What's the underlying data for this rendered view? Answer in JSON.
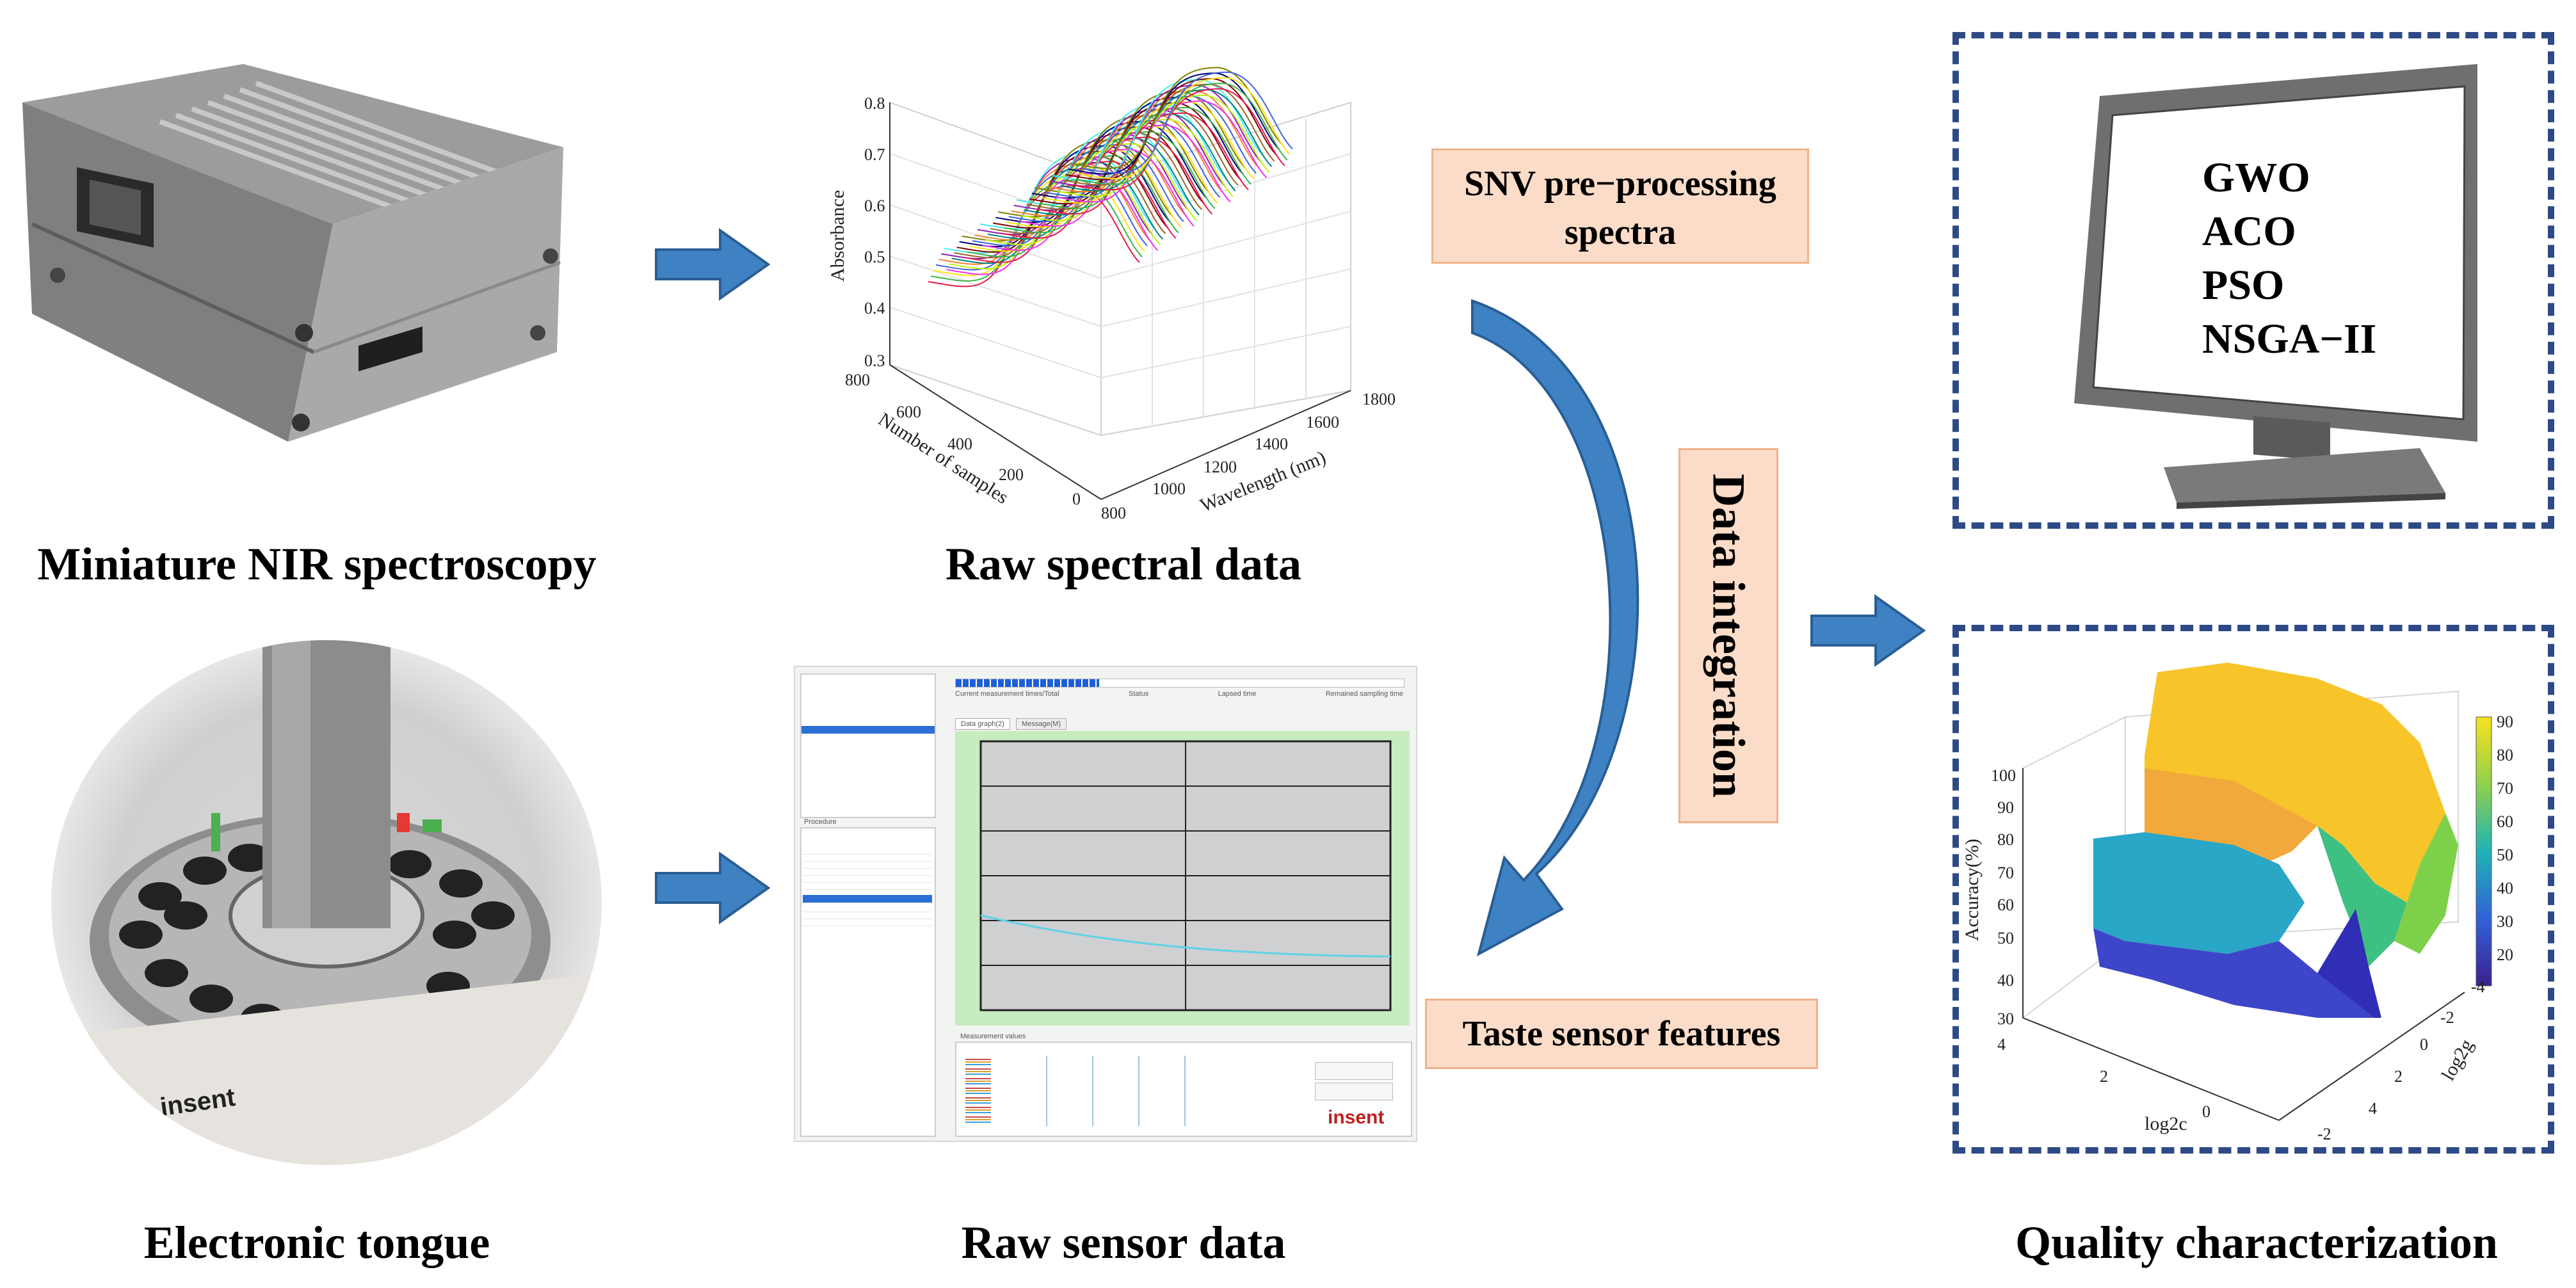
{
  "captions": {
    "nir": "Miniature NIR spectroscopy",
    "raw_spectral": "Raw spectral data",
    "etongue": "Electronic tongue",
    "raw_sensor": "Raw sensor data",
    "quality": "Quality characterization"
  },
  "boxes": {
    "snv_line1": "SNV pre−processing",
    "snv_line2": "spectra",
    "taste": "Taste sensor features",
    "integration": "Data integration"
  },
  "monitor_algorithms": [
    "GWO",
    "ACO",
    "PSO",
    "NSGA−II"
  ],
  "spectral_plot": {
    "zlabel": "Absorbance",
    "ylabel": "Number of samples",
    "xlabel": "Wavelength (nm)",
    "z_ticks": [
      "0.8",
      "0.7",
      "0.6",
      "0.5",
      "0.4",
      "0.3"
    ],
    "y_ticks": [
      "800",
      "600",
      "400",
      "200",
      "0"
    ],
    "x_ticks": [
      "800",
      "1000",
      "1200",
      "1400",
      "1600",
      "1800"
    ]
  },
  "accuracy_plot": {
    "zlabel": "Accuracy(%)",
    "xlabel": "log2c",
    "ylabel": "log2g",
    "z_ticks": [
      "100",
      "90",
      "80",
      "70",
      "60",
      "50",
      "40",
      "30"
    ],
    "c_ticks": [
      "4",
      "2",
      "0",
      "-2"
    ],
    "g_ticks": [
      "-4",
      "-2",
      "0",
      "2",
      "4"
    ],
    "colorbar_ticks": [
      "90",
      "80",
      "70",
      "60",
      "50",
      "40",
      "30",
      "20"
    ]
  },
  "sensor_screen": {
    "brand": "insent",
    "tab1": "Data graph(2)",
    "tab2": "Message(M)",
    "status_cols": [
      "Current measurement times/Total",
      "Status",
      "Lapsed time",
      "Remained sampling time"
    ],
    "procedure_title": "Procedure",
    "measurement_title": "Measurement values"
  },
  "device_label": "insent",
  "colors": {
    "peach_fill": "#fbdcc8",
    "peach_border": "#f0b28c",
    "arrow_blue": "#3f82c4",
    "dash_blue": "#2e4a86"
  }
}
